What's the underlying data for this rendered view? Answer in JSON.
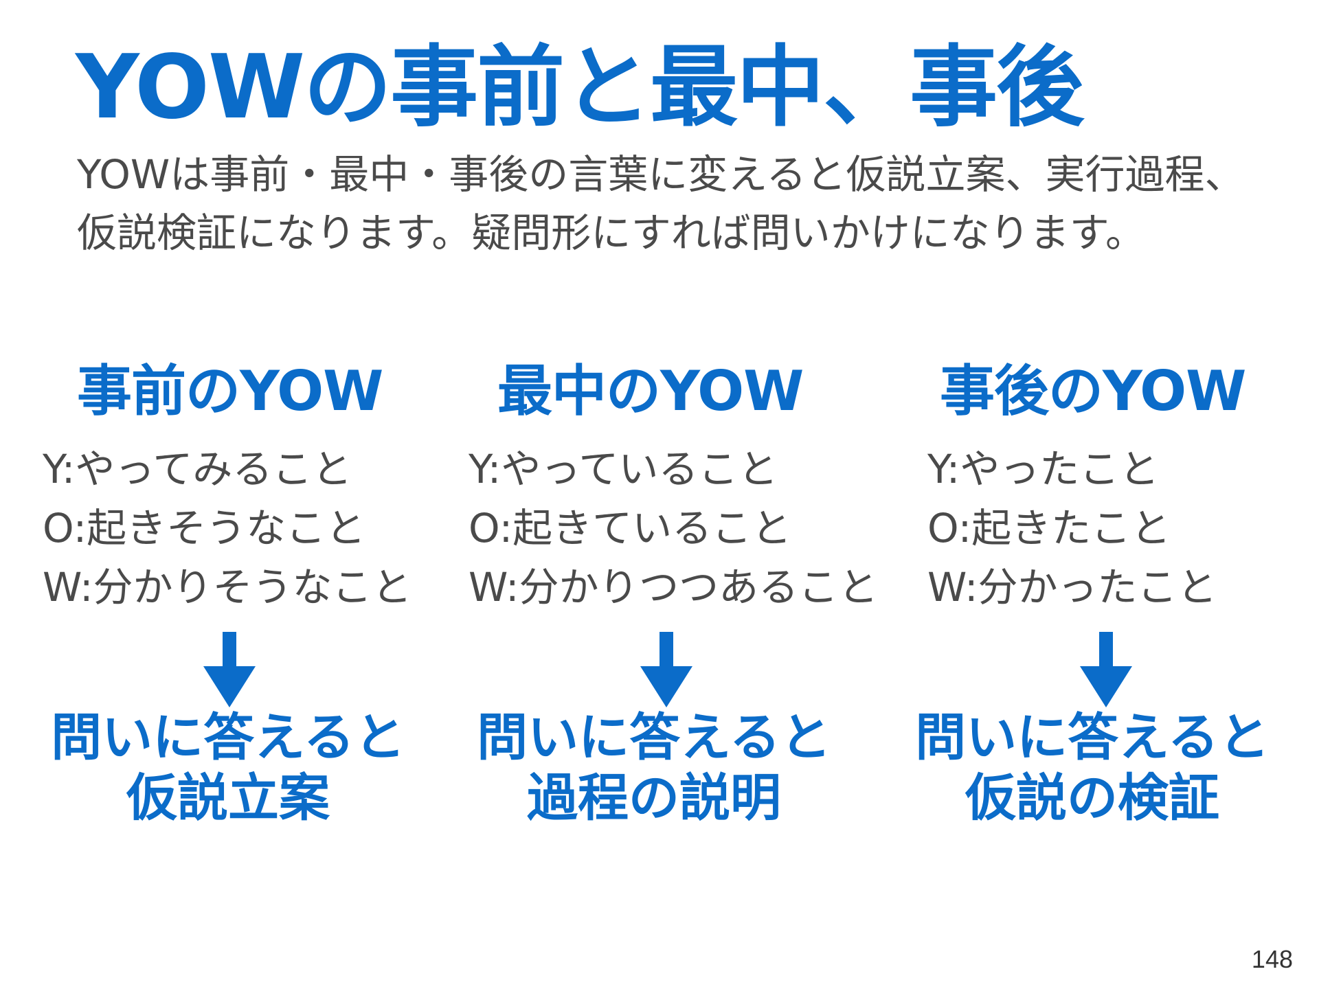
{
  "title": "YOWの事前と最中、事後",
  "intro": "YOWは事前・最中・事後の言葉に変えると仮説立案、実行過程、仮説検証になります。疑問形にすれば問いかけになります。",
  "colors": {
    "accent": "#0b6cc9",
    "body_text": "#4a4a4a"
  },
  "columns": [
    {
      "heading": "事前のYOW",
      "items": [
        "Y:やってみること",
        "O:起きそうなこと",
        "W:分かりそうなこと"
      ],
      "result_line1": "問いに答えると",
      "result_line2": "仮説立案"
    },
    {
      "heading": "最中のYOW",
      "items": [
        "Y:やっていること",
        "O:起きていること",
        "W:分かりつつあること"
      ],
      "result_line1": "問いに答えると",
      "result_line2": "過程の説明"
    },
    {
      "heading": "事後のYOW",
      "items": [
        "Y:やったこと",
        "O:起きたこと",
        "W:分かったこと"
      ],
      "result_line1": "問いに答えると",
      "result_line2": "仮説の検証"
    }
  ],
  "page_number": "148",
  "icons": {
    "arrow": "arrow-down-icon"
  }
}
